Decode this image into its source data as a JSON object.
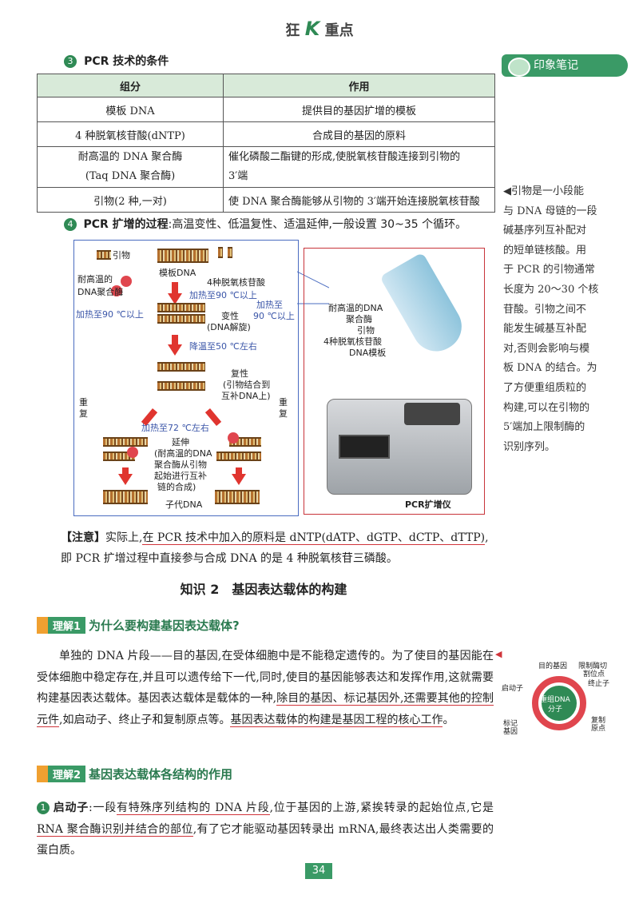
{
  "header": {
    "title_pre": "狂",
    "title_k": "K",
    "title_post": "重点"
  },
  "note_badge": "印象笔记",
  "section3": {
    "num": "3",
    "title": "PCR 技术的条件"
  },
  "table": {
    "headers": [
      "组分",
      "作用"
    ],
    "rows": [
      [
        "模板 DNA",
        "提供目的基因扩增的模板"
      ],
      [
        "4 种脱氧核苷酸(dNTP)",
        "合成目的基因的原料"
      ],
      [
        "耐高温的 DNA 聚合酶",
        "催化磷酸二酯键的形成,使脱氧核苷酸连接到引物的"
      ],
      [
        "(Taq DNA 聚合酶)",
        "3′端"
      ],
      [
        "引物(2 种,一对)",
        "使 DNA 聚合酶能够从引物的 3′端开始连接脱氧核苷酸"
      ]
    ]
  },
  "side_note": [
    "◀引物是一小段能",
    "与 DNA 母链的一段",
    "碱基序列互补配对",
    "的短单链核酸。用",
    "于 PCR 的引物通常",
    "长度为 20～30 个核",
    "苷酸。引物之间不",
    "能发生碱基互补配",
    "对,否则会影响与模",
    "板 DNA 的结合。为",
    "了方便重组质粒的",
    "构建,可以在引物的",
    "5′端加上限制酶的",
    "识别序列。"
  ],
  "section4": {
    "num": "4",
    "title": "PCR 扩增的过程",
    "text": ":高温变性、低温复性、适温延伸,一般设置 30~35 个循环。"
  },
  "diagram": {
    "primer": "引物",
    "template": "模板DNA",
    "dntp": "4种脱氧核苷酸",
    "enzyme1": "耐高温的",
    "enzyme2": "DNA聚合酶",
    "heat90_a": "加热至90 ℃以上",
    "heat90_b": "加热至90 ℃以上",
    "heat90_c1": "加热至",
    "heat90_c2": "90 ℃以上",
    "denature1": "变性",
    "denature2": "(DNA解旋)",
    "cool50": "降温至50 ℃左右",
    "anneal1": "复性",
    "anneal2": "(引物结合到",
    "anneal3": "互补DNA上)",
    "repeat_l": "重复",
    "repeat_r": "重复",
    "heat72": "加热至72 ℃左右",
    "extend1": "延伸",
    "extend2": "(耐高温的DNA",
    "extend3": "聚合酶从引物",
    "extend4": "起始进行互补",
    "extend5": "链的合成)",
    "daughter": "子代DNA",
    "m_enzyme1": "耐高温的DNA",
    "m_enzyme2": "聚合酶",
    "m_primer": "引物",
    "m_dntp": "4种脱氧核苷酸",
    "m_template": "DNA模板",
    "machine": "PCR扩增仪"
  },
  "note_para": {
    "lead": "【注意】",
    "t1": "实际上,",
    "u1": "在 PCR 技术中加入的原料是 dNTP(dATP、dGTP、dCTP、dTTP)",
    "t2": ",即 PCR 扩增过程中直接参与合成 DNA 的是 4 种脱氧核苷三磷酸。"
  },
  "knowledge": "知识 2　基因表达载体的构建",
  "und1": {
    "tag": "理解1",
    "title": "为什么要构建基因表达载体?"
  },
  "body_para": {
    "t1": "单独的 DNA 片段——目的基因,在受体细胞中是不能稳定遗传的。为了使目的基因能在受体细胞中稳定存在,并且可以遗传给下一代,同时,使目的基因能够表达和发挥作用,这就需要构建基因表达载体。基因表达载体是载体的一种,",
    "u1": "除目的基因、标记基因外,还需要其他的控制元件",
    "t2": ",如启动子、终止子和复制原点等。",
    "u2": "基因表达载体的构建是基因工程的核心工作",
    "t3": "。"
  },
  "plasmid": {
    "target": "目的基因",
    "site1": "限制酶切",
    "site2": "割位点",
    "promoter": "启动子",
    "terminator": "终止子",
    "center1": "重组DNA",
    "center2": "分子",
    "marker1": "标记",
    "marker2": "基因",
    "ori1": "复制",
    "ori2": "原点"
  },
  "und2": {
    "tag": "理解2",
    "title": "基因表达载体各结构的作用"
  },
  "promoter_para": {
    "num": "1",
    "lead": "启动子",
    "t1": ":一段",
    "u1": "有特殊序列结构的 DNA 片段",
    "t2": ",位于基因的上游,紧挨转录的起始位点,它是 ",
    "u2": "RNA 聚合酶识别并结合的部位",
    "t3": ",有了它才能驱动基因转录出 mRNA,最终表达出人类需要的蛋白质。"
  },
  "page_number": "34"
}
